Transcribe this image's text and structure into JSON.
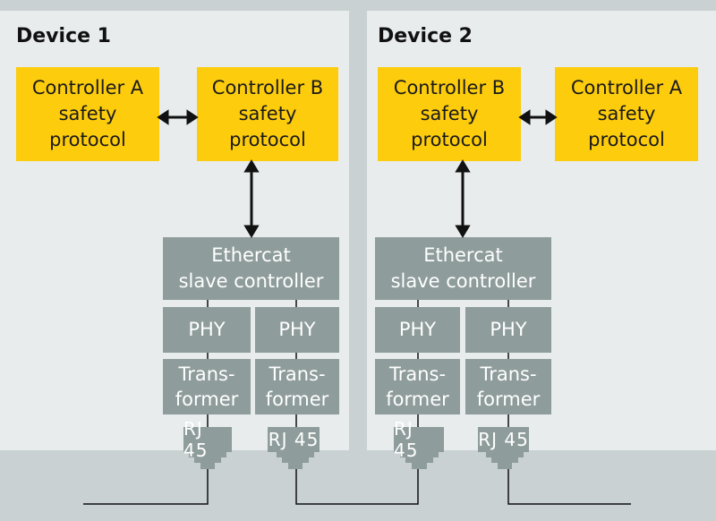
{
  "devices": [
    {
      "title": "Device 1",
      "controller_outer": "Controller A\nsafety\nprotocol",
      "controller_inner": "Controller B\nsafety\nprotocol",
      "esc": "Ethercat\nslave controller",
      "phy": [
        "PHY",
        "PHY"
      ],
      "transformer": [
        "Trans-\nformer",
        "Trans-\nformer"
      ],
      "rj": [
        "RJ 45",
        "RJ 45"
      ]
    },
    {
      "title": "Device 2",
      "controller_inner": "Controller B\nsafety\nprotocol",
      "controller_outer": "Controller A\nsafety\nprotocol",
      "esc": "Ethercat\nslave controller",
      "phy": [
        "PHY",
        "PHY"
      ],
      "transformer": [
        "Trans-\nformer",
        "Trans-\nformer"
      ],
      "rj": [
        "RJ 45",
        "RJ 45"
      ]
    }
  ],
  "colors": {
    "background": "#c9d1d2",
    "device_panel": "#e8ecec",
    "controller": "#fdcc0d",
    "hardware": "#8e9c9b",
    "line": "#111111"
  }
}
